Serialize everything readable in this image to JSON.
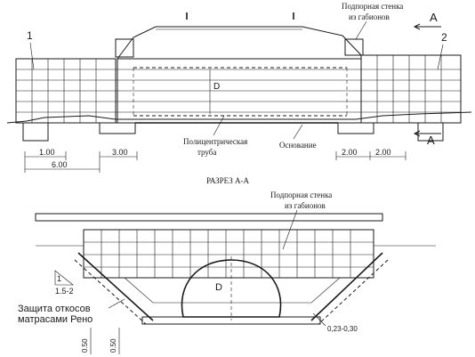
{
  "figure": {
    "background": "#ffffff",
    "ink": "#1a1a1a"
  },
  "elevation": {
    "label_gabion_wall_line1": "Подпорная стенка",
    "label_gabion_wall_line2": "из габионов",
    "section_mark_top": "A",
    "section_mark_bottom": "A",
    "callout_1": "1",
    "callout_2": "2",
    "pipe_diameter_label": "D",
    "label_pipe_line1": "Полицентрическая",
    "label_pipe_line2": "труба",
    "label_base": "Основание",
    "dim_1_00": "1.00",
    "dim_6_00": "6.00",
    "dim_3_00": "3.00",
    "dim_2_00_left": "2.00",
    "dim_2_00_right": "2.00"
  },
  "section": {
    "title": "РАЗРЕЗ А-А",
    "label_gabion_wall_line1": "Подпорная стенка",
    "label_gabion_wall_line2": "из габионов",
    "pipe_diameter_label": "D",
    "slope_top": "1",
    "slope_ratio": "1.5-2",
    "label_reno_line1": "Защита откосов",
    "label_reno_line2": "матрасами Рено",
    "dim_thickness": "0,23-0,30",
    "dim_0_50_a": "0.50",
    "dim_0_50_b": "0.50"
  }
}
